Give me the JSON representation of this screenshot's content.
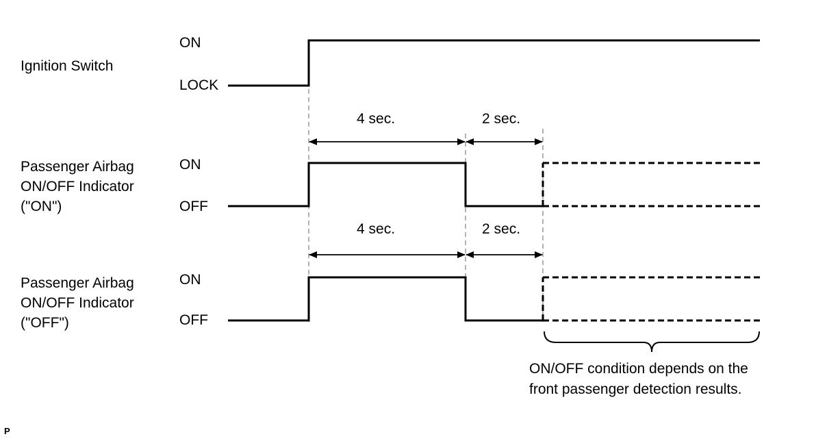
{
  "signals": [
    {
      "name_lines": [
        "Ignition Switch"
      ],
      "high_label": "ON",
      "low_label": "LOCK"
    },
    {
      "name_lines": [
        "Passenger Airbag",
        "ON/OFF Indicator",
        "(\"ON\")"
      ],
      "high_label": "ON",
      "low_label": "OFF"
    },
    {
      "name_lines": [
        "Passenger Airbag",
        "ON/OFF Indicator",
        "(\"OFF\")"
      ],
      "high_label": "ON",
      "low_label": "OFF"
    }
  ],
  "durations": [
    {
      "label": "4 sec.",
      "value": 4,
      "unit": "sec."
    },
    {
      "label": "2 sec.",
      "value": 2,
      "unit": "sec."
    },
    {
      "label": "4 sec.",
      "value": 4,
      "unit": "sec."
    },
    {
      "label": "2 sec.",
      "value": 2,
      "unit": "sec."
    }
  ],
  "note_lines": [
    "ON/OFF condition depends on the",
    "front passenger detection results."
  ],
  "corner_tag": "P"
}
